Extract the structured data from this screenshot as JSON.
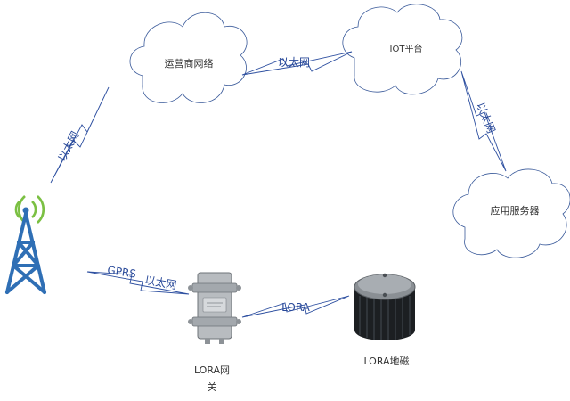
{
  "nodes": {
    "operator_network": "运营商网络",
    "iot_platform": "IOT平台",
    "app_server": "应用服务器",
    "lora_gateway_line1": "LORA网",
    "lora_gateway_line2": "关",
    "lora_sensor": "LORA地磁"
  },
  "links": {
    "tower_to_operator": "以太网",
    "operator_to_iot": "以太网",
    "iot_to_server": "以太网",
    "gateway_to_tower_a": "GPRS",
    "gateway_to_tower_b": "以太网",
    "sensor_to_gateway": "LORA"
  },
  "colors": {
    "tower": "#2f6fb5",
    "signal": "#7bc043",
    "cloud_stroke": "#3a5a9a",
    "link": "#2d4fa0"
  }
}
